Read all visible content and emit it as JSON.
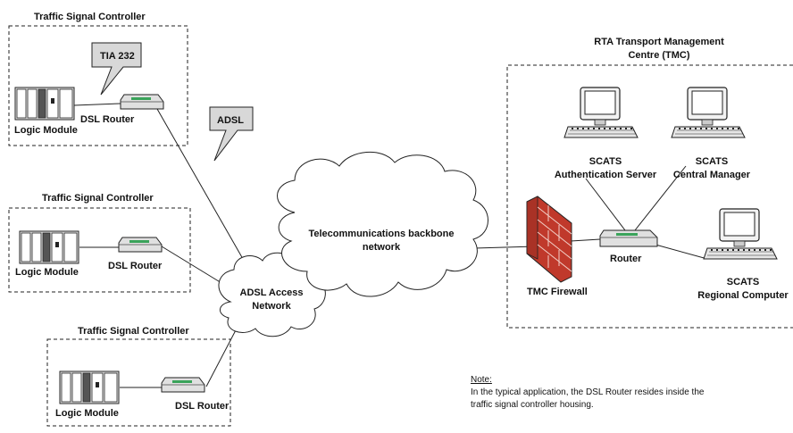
{
  "controllers": [
    {
      "title": "Traffic Signal Controller",
      "logic_label": "Logic Module",
      "router_label": "DSL Router"
    },
    {
      "title": "Traffic Signal Controller",
      "logic_label": "Logic Module",
      "router_label": "DSL Router"
    },
    {
      "title": "Traffic Signal Controller",
      "logic_label": "Logic Module",
      "router_label": "DSL Router"
    }
  ],
  "callouts": {
    "tia": "TIA 232",
    "adsl": "ADSL"
  },
  "clouds": {
    "access": [
      "ADSL Access",
      "Network"
    ],
    "backbone": [
      "Telecommunications backbone",
      "network"
    ]
  },
  "tmc": {
    "title": [
      "RTA Transport Management",
      "Centre (TMC)"
    ],
    "auth_server": [
      "SCATS",
      "Authentication Server"
    ],
    "central_manager": [
      "SCATS",
      "Central Manager"
    ],
    "regional": [
      "SCATS",
      "Regional Computer"
    ],
    "router_label": "Router",
    "firewall_label": "TMC Firewall"
  },
  "note": {
    "heading": "Note:",
    "lines": [
      "In the typical application, the DSL Router resides  inside the",
      "traffic signal controller housing."
    ]
  },
  "colors": {
    "brick": "#c0392b",
    "mortar": "#f2d0c8",
    "router_led": "#3aa35a",
    "device_grey": "#d9d9d9"
  }
}
